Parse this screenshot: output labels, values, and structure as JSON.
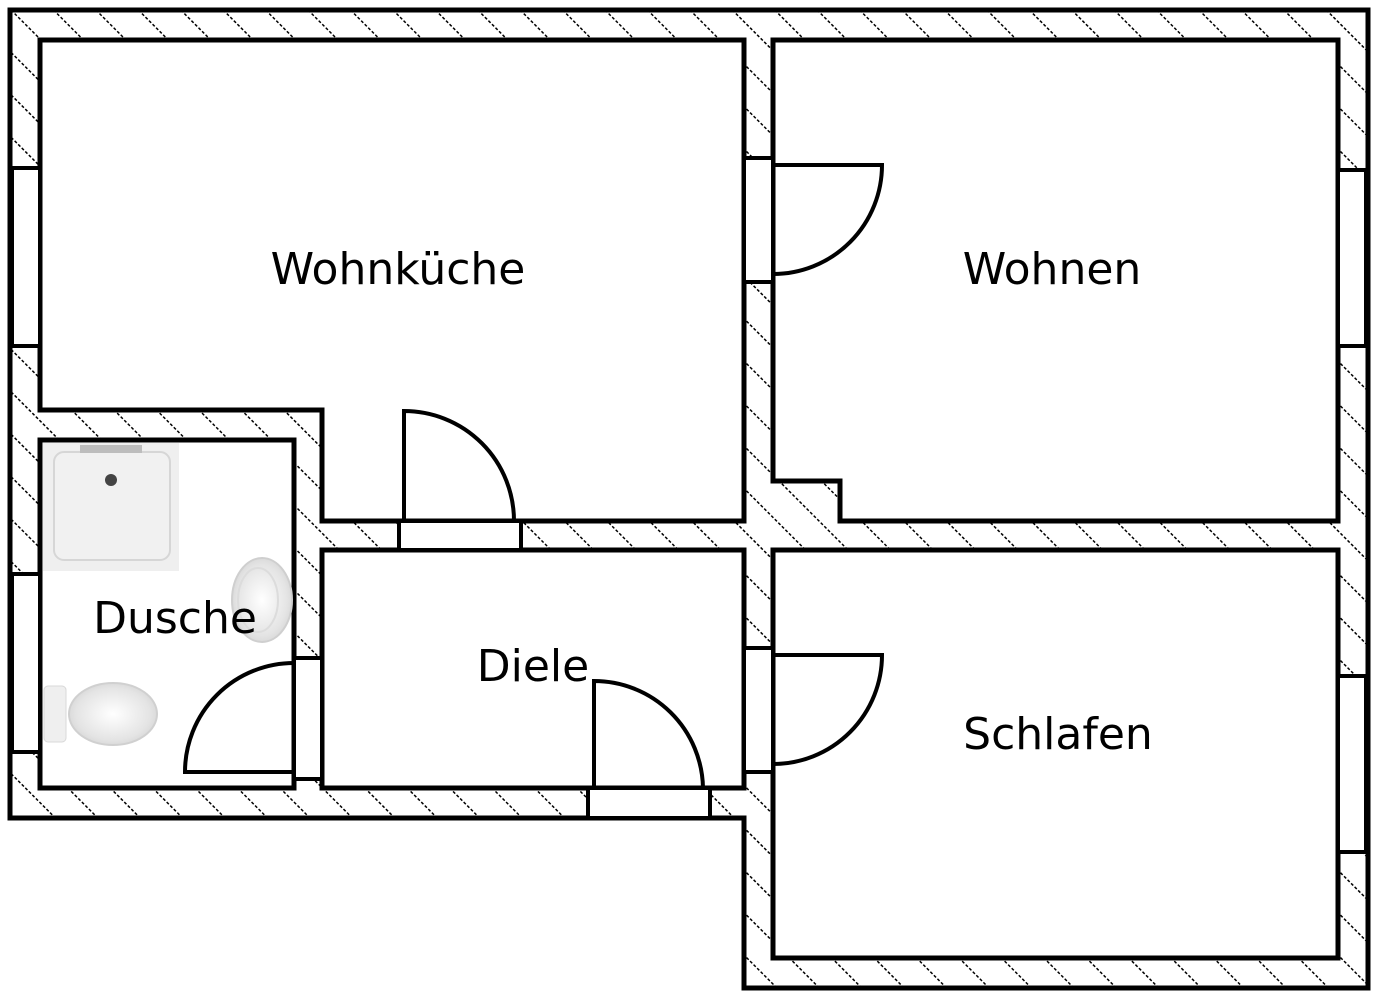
{
  "rooms": {
    "wohnkueche": "Wohnküche",
    "wohnen": "Wohnen",
    "dusche": "Dusche",
    "diele": "Diele",
    "schlafen": "Schlafen"
  },
  "colors": {
    "wall": "#000000",
    "background": "#ffffff",
    "fixture": "#e8e8e8"
  }
}
